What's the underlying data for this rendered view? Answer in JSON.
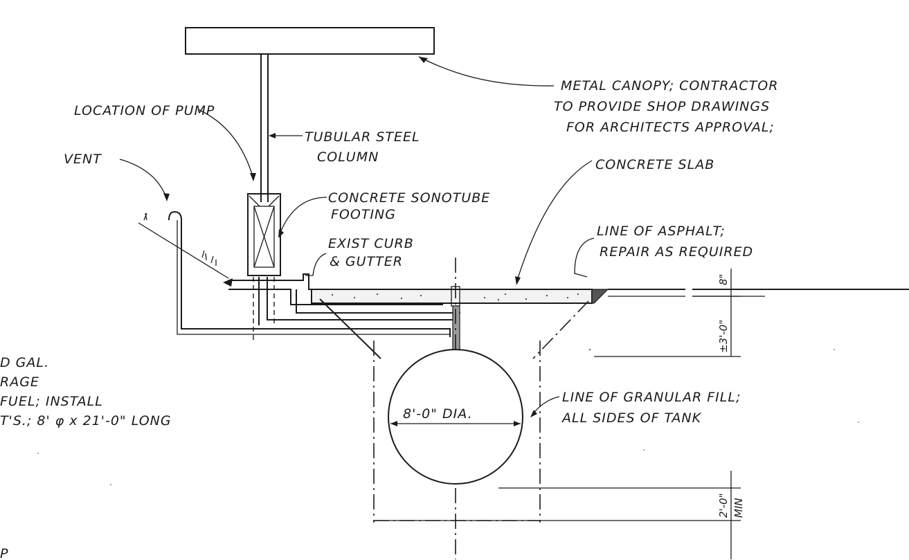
{
  "labels": {
    "canopy_note": [
      "METAL CANOPY; CONTRACTOR",
      "TO PROVIDE SHOP DRAWINGS",
      "FOR ARCHITECTS APPROVAL;"
    ],
    "pump_location": "LOCATION OF PUMP",
    "column": [
      "TUBULAR STEEL",
      "COLUMN"
    ],
    "vent": "VENT",
    "footing": [
      "CONCRETE SONOTUBE",
      "FOOTING"
    ],
    "curb": [
      "EXIST CURB",
      "& GUTTER"
    ],
    "slab": "CONCRETE SLAB",
    "asphalt": [
      "LINE OF ASPHALT;",
      "REPAIR  AS REQUIRED"
    ],
    "tank_note": [
      "D GAL.",
      "RAGE",
      "FUEL; INSTALL",
      "T'S.; 8' φ x 21'-0\" LONG"
    ],
    "granular_fill": [
      "LINE OF GRANULAR FILL;",
      "ALL SIDES OF TANK"
    ],
    "tank_dia": "8'-0\"  DIA.",
    "dim_slab": "8\"",
    "dim_cover": "±3'-0\"",
    "dim_bottom": "2'-0\"",
    "dim_min": "MIN",
    "corner_mark": "P"
  }
}
